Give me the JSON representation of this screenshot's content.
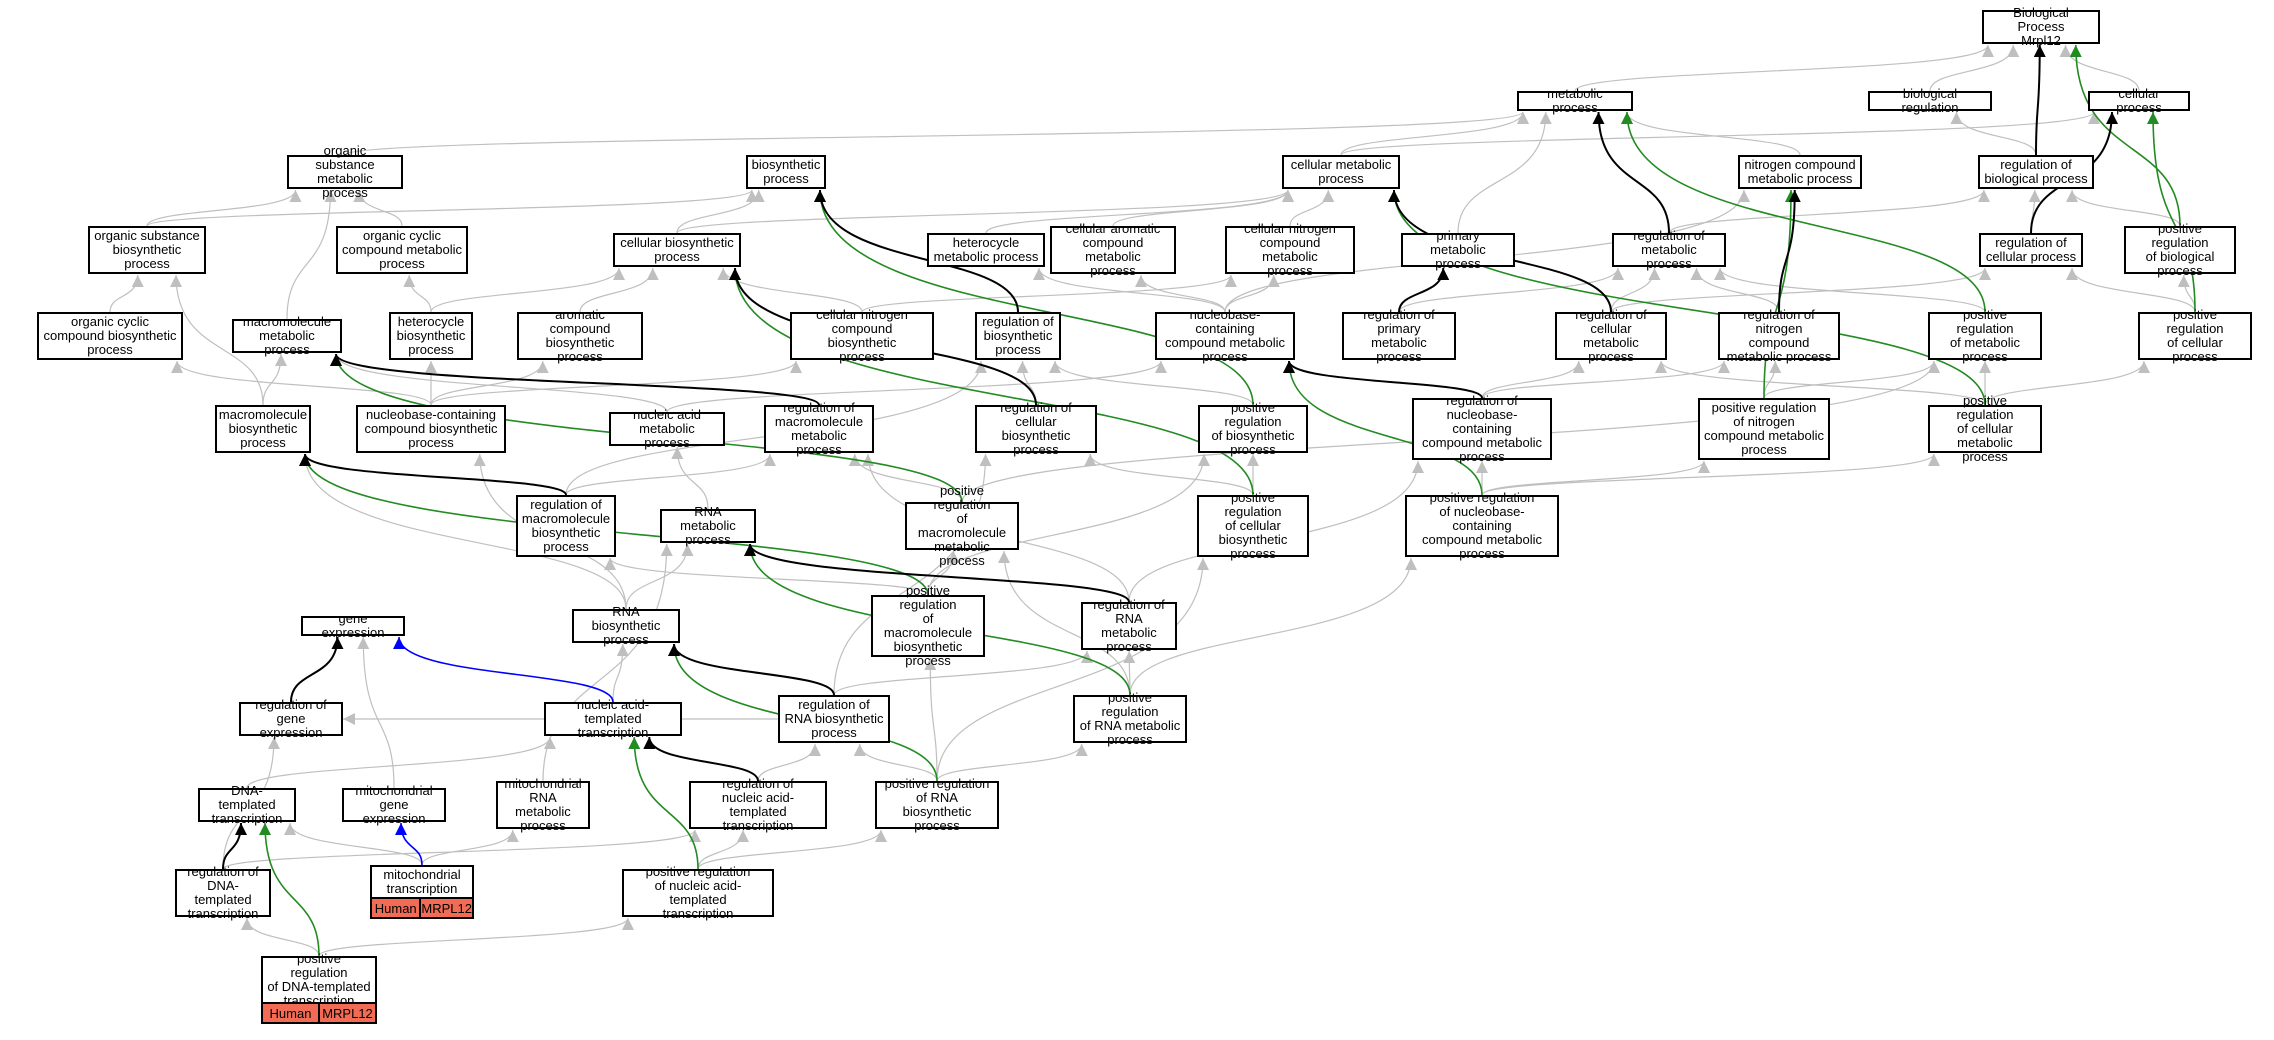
{
  "graph": {
    "colors": {
      "default": "#bfbfbf",
      "is_a": "#000000",
      "regulates": "#228b22",
      "part_of": "#0000ff"
    },
    "nodes": [
      {
        "id": "bp",
        "label": "Biological Process\nMrpl12"
      },
      {
        "id": "mp",
        "label": "metabolic process"
      },
      {
        "id": "breg",
        "label": "biological regulation"
      },
      {
        "id": "cp",
        "label": "cellular process"
      },
      {
        "id": "osmp",
        "label": "organic substance\nmetabolic process"
      },
      {
        "id": "bsp",
        "label": "biosynthetic\nprocess"
      },
      {
        "id": "cmp",
        "label": "cellular metabolic\nprocess"
      },
      {
        "id": "ncmp",
        "label": "nitrogen compound\nmetabolic process"
      },
      {
        "id": "rbp",
        "label": "regulation of\nbiological process"
      },
      {
        "id": "osbp",
        "label": "organic substance\nbiosynthetic\nprocess"
      },
      {
        "id": "occmp",
        "label": "organic cyclic\ncompound metabolic\nprocess"
      },
      {
        "id": "cbp",
        "label": "cellular biosynthetic\nprocess"
      },
      {
        "id": "hmp",
        "label": "heterocycle\nmetabolic process"
      },
      {
        "id": "cacmp",
        "label": "cellular aromatic\ncompound metabolic\nprocess"
      },
      {
        "id": "cncmp",
        "label": "cellular nitrogen\ncompound metabolic\nprocess"
      },
      {
        "id": "pmp",
        "label": "primary metabolic\nprocess"
      },
      {
        "id": "rmp",
        "label": "regulation of\nmetabolic process"
      },
      {
        "id": "rcp",
        "label": "regulation of\ncellular process"
      },
      {
        "id": "prbp",
        "label": "positive regulation\nof biological\nprocess"
      },
      {
        "id": "occbp",
        "label": "organic cyclic\ncompound biosynthetic\nprocess"
      },
      {
        "id": "mmp",
        "label": "macromolecule\nmetabolic process"
      },
      {
        "id": "hbp",
        "label": "heterocycle\nbiosynthetic\nprocess"
      },
      {
        "id": "acbp",
        "label": "aromatic compound\nbiosynthetic\nprocess"
      },
      {
        "id": "cncbp",
        "label": "cellular nitrogen\ncompound biosynthetic\nprocess"
      },
      {
        "id": "rbsp",
        "label": "regulation of\nbiosynthetic\nprocess"
      },
      {
        "id": "nbcmp",
        "label": "nucleobase-containing\ncompound metabolic\nprocess"
      },
      {
        "id": "rpmp",
        "label": "regulation of\nprimary metabolic\nprocess"
      },
      {
        "id": "rcmp",
        "label": "regulation of\ncellular metabolic\nprocess"
      },
      {
        "id": "rncmp",
        "label": "regulation of\nnitrogen compound\nmetabolic process"
      },
      {
        "id": "prmp",
        "label": "positive regulation\nof metabolic\nprocess"
      },
      {
        "id": "prcp",
        "label": "positive regulation\nof cellular\nprocess"
      },
      {
        "id": "mbp",
        "label": "macromolecule\nbiosynthetic\nprocess"
      },
      {
        "id": "nbcbp",
        "label": "nucleobase-containing\ncompound biosynthetic\nprocess"
      },
      {
        "id": "namp",
        "label": "nucleic acid\nmetabolic process"
      },
      {
        "id": "rmmp",
        "label": "regulation of\nmacromolecule\nmetabolic process"
      },
      {
        "id": "rcbp",
        "label": "regulation of\ncellular biosynthetic\nprocess"
      },
      {
        "id": "prbsp",
        "label": "positive regulation\nof biosynthetic\nprocess"
      },
      {
        "id": "rnbcmp",
        "label": "regulation of\nnucleobase-containing\ncompound metabolic\nprocess"
      },
      {
        "id": "prncmp",
        "label": "positive regulation\nof nitrogen\ncompound metabolic\nprocess"
      },
      {
        "id": "prcmp",
        "label": "positive regulation\nof cellular\nmetabolic process"
      },
      {
        "id": "rmbp",
        "label": "regulation of\nmacromolecule\nbiosynthetic\nprocess"
      },
      {
        "id": "rnamp",
        "label": "RNA metabolic\nprocess"
      },
      {
        "id": "prmmp",
        "label": "positive regulation\nof macromolecule\nmetabolic process"
      },
      {
        "id": "prcbp",
        "label": "positive regulation\nof cellular\nbiosynthetic\nprocess"
      },
      {
        "id": "prnbcmp",
        "label": "positive regulation\nof nucleobase-containing\ncompound metabolic\nprocess"
      },
      {
        "id": "ge",
        "label": "gene expression"
      },
      {
        "id": "rnabp",
        "label": "RNA biosynthetic\nprocess"
      },
      {
        "id": "prmbp",
        "label": "positive regulation\nof macromolecule\nbiosynthetic\nprocess"
      },
      {
        "id": "rrnamp",
        "label": "regulation of\nRNA metabolic\nprocess"
      },
      {
        "id": "rge",
        "label": "regulation of\ngene expression"
      },
      {
        "id": "natt",
        "label": "nucleic acid-templated\ntranscription"
      },
      {
        "id": "rrnabp",
        "label": "regulation of\nRNA biosynthetic\nprocess"
      },
      {
        "id": "prrnamp",
        "label": "positive regulation\nof RNA metabolic\nprocess"
      },
      {
        "id": "dtt",
        "label": "DNA-templated\ntranscription"
      },
      {
        "id": "mge",
        "label": "mitochondrial\ngene expression"
      },
      {
        "id": "mrnamp",
        "label": "mitochondrial\nRNA metabolic\nprocess"
      },
      {
        "id": "rnatt",
        "label": "regulation of\nnucleic acid-templated\ntranscription"
      },
      {
        "id": "prrnabp",
        "label": "positive regulation\nof RNA biosynthetic\nprocess"
      },
      {
        "id": "rdtt",
        "label": "regulation of\nDNA-templated\ntranscription"
      },
      {
        "id": "mt",
        "label": "mitochondrial\ntranscription"
      },
      {
        "id": "prnatt",
        "label": "positive regulation\nof nucleic acid-templated\ntranscription"
      },
      {
        "id": "prdtt",
        "label": "positive regulation\nof DNA-templated\ntranscription"
      }
    ],
    "annotations": [
      {
        "node": "mt",
        "cells": [
          "Human",
          "MRPL12"
        ]
      },
      {
        "node": "prdtt",
        "cells": [
          "Human",
          "MRPL12"
        ]
      }
    ],
    "edges": [
      [
        "mp",
        "bp",
        "default"
      ],
      [
        "breg",
        "bp",
        "default"
      ],
      [
        "cp",
        "bp",
        "default"
      ],
      [
        "rbp",
        "bp",
        "is_a"
      ],
      [
        "prbp",
        "bp",
        "regulates"
      ],
      [
        "osmp",
        "mp",
        "default"
      ],
      [
        "cmp",
        "mp",
        "default"
      ],
      [
        "ncmp",
        "mp",
        "default"
      ],
      [
        "pmp",
        "mp",
        "default"
      ],
      [
        "rmp",
        "mp",
        "is_a"
      ],
      [
        "prmp",
        "mp",
        "regulates"
      ],
      [
        "rbp",
        "breg",
        "default"
      ],
      [
        "cmp",
        "cp",
        "default"
      ],
      [
        "rcp",
        "cp",
        "is_a"
      ],
      [
        "prcp",
        "cp",
        "regulates"
      ],
      [
        "osbp",
        "osmp",
        "default"
      ],
      [
        "mmp",
        "osmp",
        "default"
      ],
      [
        "occmp",
        "osmp",
        "default"
      ],
      [
        "osbp",
        "bsp",
        "default"
      ],
      [
        "cbp",
        "bsp",
        "default"
      ],
      [
        "rbsp",
        "bsp",
        "is_a"
      ],
      [
        "prbsp",
        "bsp",
        "regulates"
      ],
      [
        "cbp",
        "cmp",
        "default"
      ],
      [
        "hmp",
        "cmp",
        "default"
      ],
      [
        "cacmp",
        "cmp",
        "default"
      ],
      [
        "cncmp",
        "cmp",
        "default"
      ],
      [
        "rcmp",
        "cmp",
        "is_a"
      ],
      [
        "prcmp",
        "cmp",
        "regulates"
      ],
      [
        "nbcmp",
        "ncmp",
        "default"
      ],
      [
        "rncmp",
        "ncmp",
        "is_a"
      ],
      [
        "prncmp",
        "ncmp",
        "regulates"
      ],
      [
        "rmp",
        "rbp",
        "default"
      ],
      [
        "rcp",
        "rbp",
        "default"
      ],
      [
        "prbp",
        "rbp",
        "default"
      ],
      [
        "occbp",
        "osbp",
        "default"
      ],
      [
        "mbp",
        "osbp",
        "default"
      ],
      [
        "hbp",
        "occmp",
        "default"
      ],
      [
        "hbp",
        "cbp",
        "default"
      ],
      [
        "acbp",
        "cbp",
        "default"
      ],
      [
        "cncbp",
        "cbp",
        "default"
      ],
      [
        "rcbp",
        "cbp",
        "is_a"
      ],
      [
        "prcbp",
        "cbp",
        "regulates"
      ],
      [
        "nbcmp",
        "hmp",
        "default"
      ],
      [
        "nbcmp",
        "cacmp",
        "default"
      ],
      [
        "cncbp",
        "cncmp",
        "default"
      ],
      [
        "nbcmp",
        "cncmp",
        "default"
      ],
      [
        "rpmp",
        "pmp",
        "is_a"
      ],
      [
        "rcmp",
        "rmp",
        "default"
      ],
      [
        "rpmp",
        "rmp",
        "default"
      ],
      [
        "rncmp",
        "rmp",
        "default"
      ],
      [
        "prmp",
        "rmp",
        "default"
      ],
      [
        "rcmp",
        "rcp",
        "default"
      ],
      [
        "prcp",
        "rcp",
        "default"
      ],
      [
        "prcp",
        "prbp",
        "default"
      ],
      [
        "mbp",
        "mmp",
        "default"
      ],
      [
        "rmmp",
        "mmp",
        "is_a"
      ],
      [
        "prmmp",
        "mmp",
        "regulates"
      ],
      [
        "namp",
        "mmp",
        "default"
      ],
      [
        "nbcbp",
        "hbp",
        "default"
      ],
      [
        "nbcbp",
        "acbp",
        "default"
      ],
      [
        "nbcbp",
        "cncbp",
        "default"
      ],
      [
        "nbcbp",
        "occbp",
        "default"
      ],
      [
        "rcbp",
        "rbsp",
        "default"
      ],
      [
        "rmbp",
        "rbsp",
        "default"
      ],
      [
        "prbsp",
        "rbsp",
        "default"
      ],
      [
        "rnbcmp",
        "nbcmp",
        "is_a"
      ],
      [
        "prnbcmp",
        "nbcmp",
        "regulates"
      ],
      [
        "namp",
        "nbcmp",
        "default"
      ],
      [
        "prcmp",
        "rcmp",
        "default"
      ],
      [
        "rnbcmp",
        "rcmp",
        "default"
      ],
      [
        "rnbcmp",
        "rncmp",
        "default"
      ],
      [
        "prncmp",
        "rncmp",
        "default"
      ],
      [
        "prcmp",
        "prmp",
        "default"
      ],
      [
        "prncmp",
        "prmp",
        "default"
      ],
      [
        "prmmp",
        "prmp",
        "default"
      ],
      [
        "prcmp",
        "prcp",
        "default"
      ],
      [
        "rmbp",
        "mbp",
        "is_a"
      ],
      [
        "prmbp",
        "mbp",
        "regulates"
      ],
      [
        "rnabp",
        "mbp",
        "default"
      ],
      [
        "rnabp",
        "nbcbp",
        "default"
      ],
      [
        "rnamp",
        "namp",
        "default"
      ],
      [
        "rrnamp",
        "rmmp",
        "default"
      ],
      [
        "rmbp",
        "rmmp",
        "default"
      ],
      [
        "prmmp",
        "rmmp",
        "default"
      ],
      [
        "rrnabp",
        "rcbp",
        "default"
      ],
      [
        "prcbp",
        "rcbp",
        "default"
      ],
      [
        "prcbp",
        "prbsp",
        "default"
      ],
      [
        "prmbp",
        "prbsp",
        "default"
      ],
      [
        "rrnamp",
        "rnbcmp",
        "default"
      ],
      [
        "prnbcmp",
        "rnbcmp",
        "default"
      ],
      [
        "prnbcmp",
        "prncmp",
        "default"
      ],
      [
        "prnbcmp",
        "prcmp",
        "default"
      ],
      [
        "prmbp",
        "rmbp",
        "default"
      ],
      [
        "rnabp",
        "rnamp",
        "default"
      ],
      [
        "rrnamp",
        "rnamp",
        "is_a"
      ],
      [
        "prrnamp",
        "rnamp",
        "regulates"
      ],
      [
        "mrnamp",
        "rnamp",
        "default"
      ],
      [
        "prmbp",
        "prmmp",
        "default"
      ],
      [
        "prrnamp",
        "prmmp",
        "default"
      ],
      [
        "prrnabp",
        "prcbp",
        "default"
      ],
      [
        "prrnamp",
        "prnbcmp",
        "default"
      ],
      [
        "rge",
        "ge",
        "is_a"
      ],
      [
        "natt",
        "ge",
        "part_of"
      ],
      [
        "mge",
        "ge",
        "default"
      ],
      [
        "natt",
        "rnabp",
        "default"
      ],
      [
        "rrnabp",
        "rnabp",
        "is_a"
      ],
      [
        "prrnabp",
        "rnabp",
        "regulates"
      ],
      [
        "prrnabp",
        "prmbp",
        "default"
      ],
      [
        "rrnabp",
        "rrnamp",
        "default"
      ],
      [
        "prrnamp",
        "rrnamp",
        "default"
      ],
      [
        "rrnabp",
        "rge",
        "default"
      ],
      [
        "dtt",
        "natt",
        "default"
      ],
      [
        "rnatt",
        "natt",
        "is_a"
      ],
      [
        "prnatt",
        "natt",
        "regulates"
      ],
      [
        "rnatt",
        "rrnabp",
        "default"
      ],
      [
        "prrnabp",
        "rrnabp",
        "default"
      ],
      [
        "prrnabp",
        "prrnamp",
        "default"
      ],
      [
        "rdtt",
        "dtt",
        "is_a"
      ],
      [
        "prdtt",
        "dtt",
        "regulates"
      ],
      [
        "mt",
        "dtt",
        "default"
      ],
      [
        "mt",
        "mge",
        "part_of"
      ],
      [
        "mt",
        "mrnamp",
        "default"
      ],
      [
        "prnatt",
        "rnatt",
        "default"
      ],
      [
        "rdtt",
        "rnatt",
        "default"
      ],
      [
        "prnatt",
        "prrnabp",
        "default"
      ],
      [
        "rdtt",
        "rge",
        "default"
      ],
      [
        "prdtt",
        "rdtt",
        "default"
      ],
      [
        "prdtt",
        "prnatt",
        "default"
      ]
    ]
  }
}
